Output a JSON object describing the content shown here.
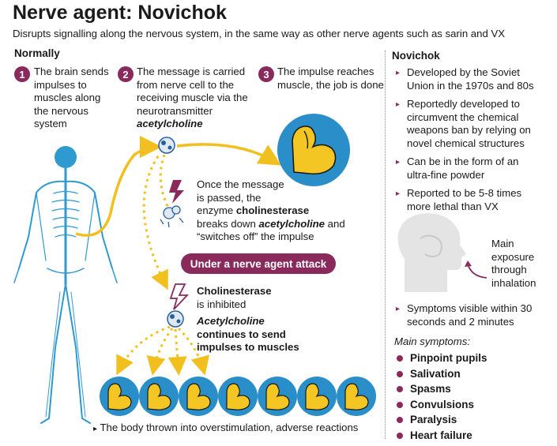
{
  "header": {
    "title": "Nerve agent: Novichok",
    "subtitle": "Disrupts signalling along the nervous system, in the same way as other nerve agents such as sarin and VX"
  },
  "normally": {
    "heading": "Normally",
    "steps": [
      {
        "num": "1",
        "text": "The brain sends impulses to muscles along the nervous system"
      },
      {
        "num": "2",
        "text": "The message is carried from nerve cell to the receiving muscle via the neurotransmitter",
        "emphasis": "acetylcholine"
      },
      {
        "num": "3",
        "text": "The impulse reaches muscle, the job is done"
      }
    ],
    "enzyme_note": {
      "line1": "Once the message",
      "line2": "is passed, the",
      "line3a": "enzyme ",
      "line3b": "cholinesterase",
      "line4a": "breaks down ",
      "line4b": "acetylcholine",
      "line4c": " and",
      "line5": "“switches off” the impulse"
    }
  },
  "attack": {
    "label": "Under a nerve agent attack",
    "inhibited_bold": "Cholinesterase",
    "inhibited_rest": "is inhibited",
    "ach_italic": "Acetylcholine",
    "ach_line2": "continues to send",
    "ach_line3": "impulses to muscles",
    "bottom_note": "The body thrown into overstimulation, adverse reactions"
  },
  "novichok": {
    "heading": "Novichok",
    "facts": [
      "Developed by the Soviet Union in the 1970s and 80s",
      "Reportedly developed to circumvent the chemical weapons ban by relying on novel chemical structures",
      "Can be in the form of an ultra-fine powder",
      "Reported to be 5-8 times more lethal than VX"
    ],
    "exposure": [
      "Main",
      "exposure",
      "through",
      "inhalation"
    ],
    "symptoms_visible": "Symptoms visible within 30 seconds and 2 minutes",
    "symptoms_heading": "Main symptoms:",
    "symptoms": [
      "Pinpoint pupils",
      "Salivation",
      "Spasms",
      "Convulsions",
      "Paralysis",
      "Heart failure"
    ]
  },
  "colors": {
    "accent": "#8a2a5c",
    "nerve_blue": "#2e9ad0",
    "muscle_blue": "#2a8fc8",
    "muscle_yellow": "#f3c623",
    "arrow_yellow": "#f2c01e",
    "text": "#1a1a1a"
  }
}
